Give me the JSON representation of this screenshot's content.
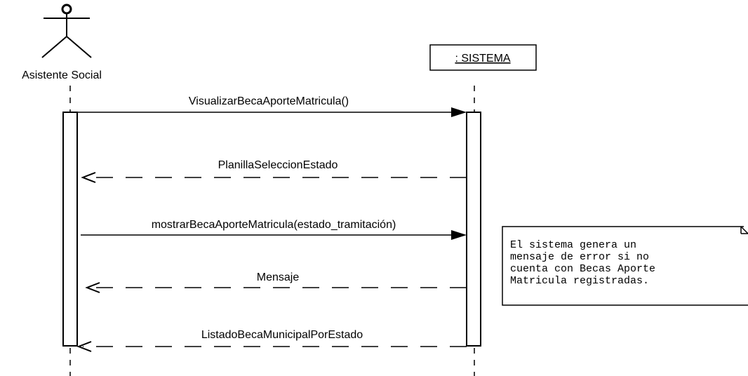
{
  "actor": {
    "name": "Asistente Social",
    "icon": "stick-figure-icon"
  },
  "system": {
    "label": ": SISTEMA"
  },
  "messages": [
    {
      "label": "VisualizarBecaAporteMatricula()",
      "kind": "synchronous",
      "direction": "to-system"
    },
    {
      "label": "PlanillaSeleccionEstado",
      "kind": "return",
      "direction": "to-actor"
    },
    {
      "label": "mostrarBecaAporteMatricula(estado_tramitación)",
      "kind": "synchronous",
      "direction": "to-system"
    },
    {
      "label": "Mensaje",
      "kind": "return",
      "direction": "to-actor"
    },
    {
      "label": "ListadoBecaMunicipalPorEstado",
      "kind": "return",
      "direction": "to-actor"
    }
  ],
  "note": {
    "lines": [
      "El sistema genera un",
      "mensaje de error si no",
      "cuenta con Becas Aporte",
      "Matricula registradas."
    ]
  },
  "colors": {
    "line": "#000000",
    "background": "#ffffff"
  }
}
